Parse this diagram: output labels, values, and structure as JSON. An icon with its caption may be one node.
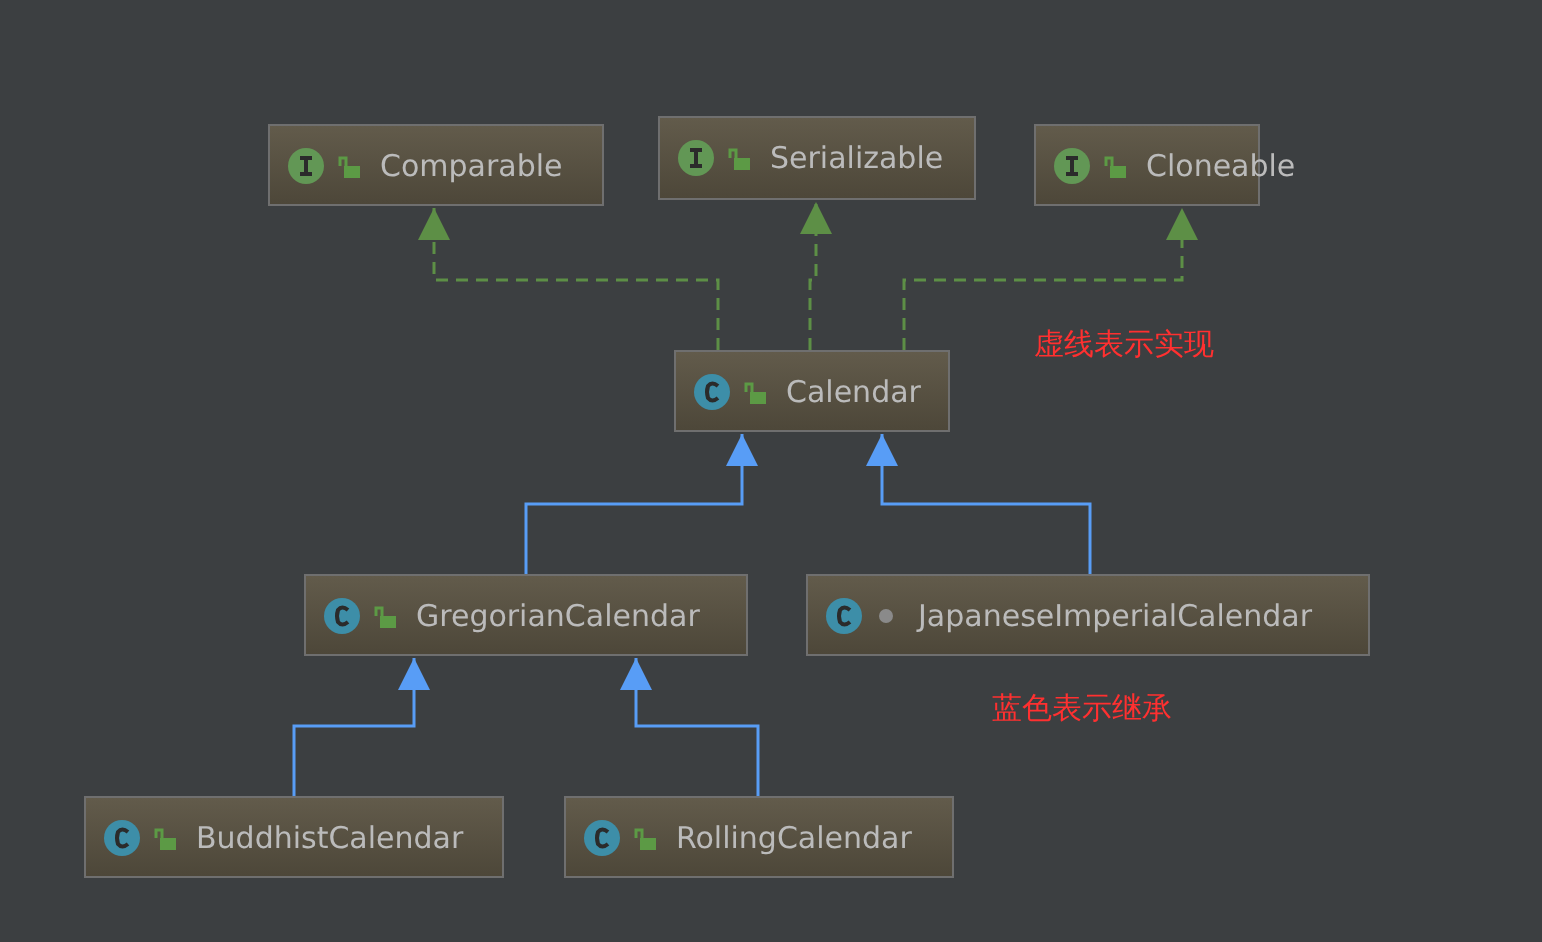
{
  "diagram": {
    "nodes": [
      {
        "text": [
          "Comparable"
        ]
      },
      {
        "text": [
          "Serializable"
        ]
      },
      {
        "text": [
          "Cloneable"
        ]
      },
      {
        "text": [
          "Calendar"
        ]
      },
      {
        "text": [
          "GregorianCalendar"
        ]
      },
      {
        "text": [
          "JapaneseImperialCalendar"
        ]
      },
      {
        "text": [
          "BuddhistCalendar"
        ]
      },
      {
        "text": [
          "RollingCalendar"
        ]
      }
    ],
    "edges": [
      {
        "from": 3,
        "to": 0,
        "arrow": "to",
        "style": "dashed",
        "color": "#5d8f46"
      },
      {
        "from": 3,
        "to": 1,
        "arrow": "to",
        "style": "dashed",
        "color": "#5d8f46"
      },
      {
        "from": 3,
        "to": 2,
        "arrow": "to",
        "style": "dashed",
        "color": "#5d8f46"
      },
      {
        "from": 4,
        "to": 3,
        "arrow": "to"
      },
      {
        "from": 5,
        "to": 3,
        "arrow": "to"
      },
      {
        "from": 6,
        "to": 4,
        "arrow": "to"
      },
      {
        "from": 7,
        "to": 4,
        "arrow": "to"
      }
    ],
    "labels": [
      "虚线表示实现",
      "蓝色表示继承"
    ]
  }
}
